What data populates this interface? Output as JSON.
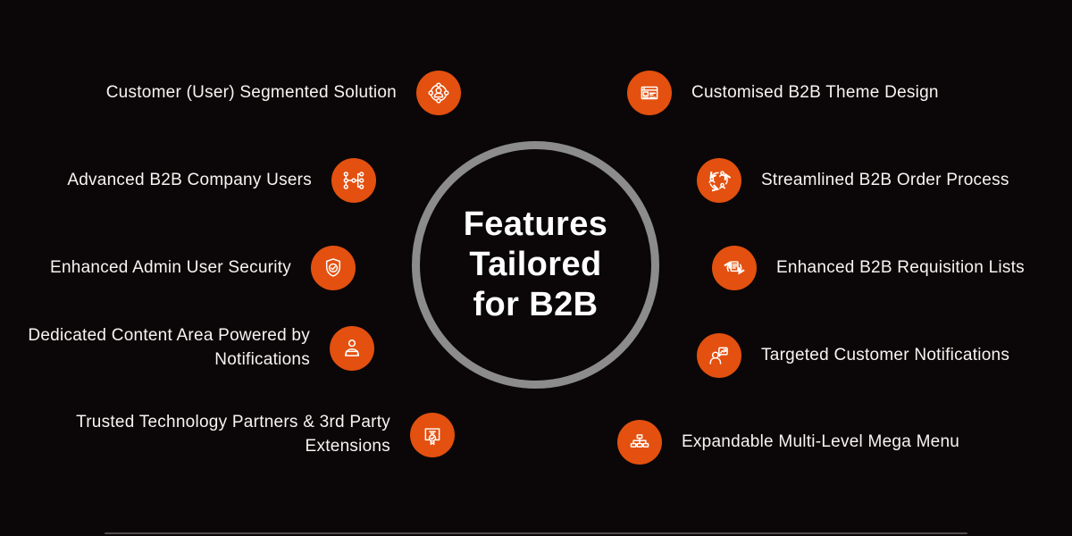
{
  "colors": {
    "background": "#0b0708",
    "accent": "#e3500f",
    "ring": "#8c8c8c",
    "text": "#ffffff"
  },
  "center": {
    "line1": "Features",
    "line2": "Tailored",
    "line3": "for B2B"
  },
  "features": {
    "left": [
      {
        "label": "Customer (User) Segmented Solution",
        "icon": "segmented-user-icon"
      },
      {
        "label": "Advanced B2B Company Users",
        "icon": "company-network-icon"
      },
      {
        "label": "Enhanced Admin User Security",
        "icon": "shield-check-icon"
      },
      {
        "label": "Dedicated Content Area Powered by Notifications",
        "icon": "person-content-icon"
      },
      {
        "label": "Trusted Technology Partners & 3rd Party Extensions",
        "icon": "certificate-icon"
      }
    ],
    "right": [
      {
        "label": "Customised B2B Theme Design",
        "icon": "browser-theme-icon"
      },
      {
        "label": "Streamlined B2B Order Process",
        "icon": "people-cycle-icon"
      },
      {
        "label": "Enhanced B2B Requisition Lists",
        "icon": "document-refresh-icon"
      },
      {
        "label": "Targeted Customer Notifications",
        "icon": "person-chart-icon"
      },
      {
        "label": "Expandable Multi-Level Mega Menu",
        "icon": "sitemap-icon"
      }
    ]
  }
}
